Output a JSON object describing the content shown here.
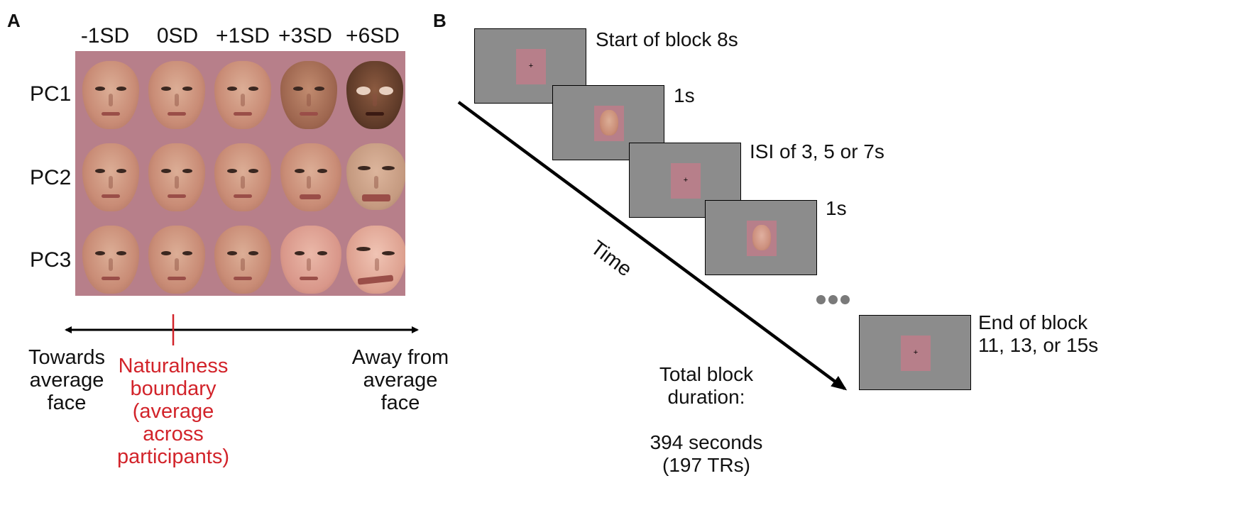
{
  "panel_a": {
    "letter": "A",
    "columns": [
      "-1SD",
      "0SD",
      "+1SD",
      "+3SD",
      "+6SD"
    ],
    "rows": [
      "PC1",
      "PC2",
      "PC3"
    ],
    "axis": {
      "left_text": [
        "Towards",
        "average",
        "face"
      ],
      "right_text": [
        "Away from",
        "average",
        "face"
      ],
      "boundary_text": [
        "Naturalness",
        "boundary",
        "(average",
        "across",
        "participants)"
      ],
      "boundary_color": "#d2232a"
    }
  },
  "panel_b": {
    "letter": "B",
    "screens": [
      {
        "label": [
          "Start of block 8s"
        ],
        "content": "fixation"
      },
      {
        "label": [
          "1s"
        ],
        "content": "face"
      },
      {
        "label": [
          "ISI of 3, 5 or 7s"
        ],
        "content": "fixation"
      },
      {
        "label": [
          "1s"
        ],
        "content": "face"
      },
      {
        "label": [
          "End of block",
          "11, 13, or 15s"
        ],
        "content": "fixation"
      }
    ],
    "fixation_symbol": "+",
    "time_label": "Time",
    "total": [
      "Total block",
      "duration:",
      "",
      "394 seconds",
      "(197 TRs)"
    ],
    "ellipsis_dots": 3
  },
  "colors": {
    "screen_gray": "#8c8c8c",
    "noise_pink": "#b77f8a",
    "accent_red": "#d2232a"
  }
}
